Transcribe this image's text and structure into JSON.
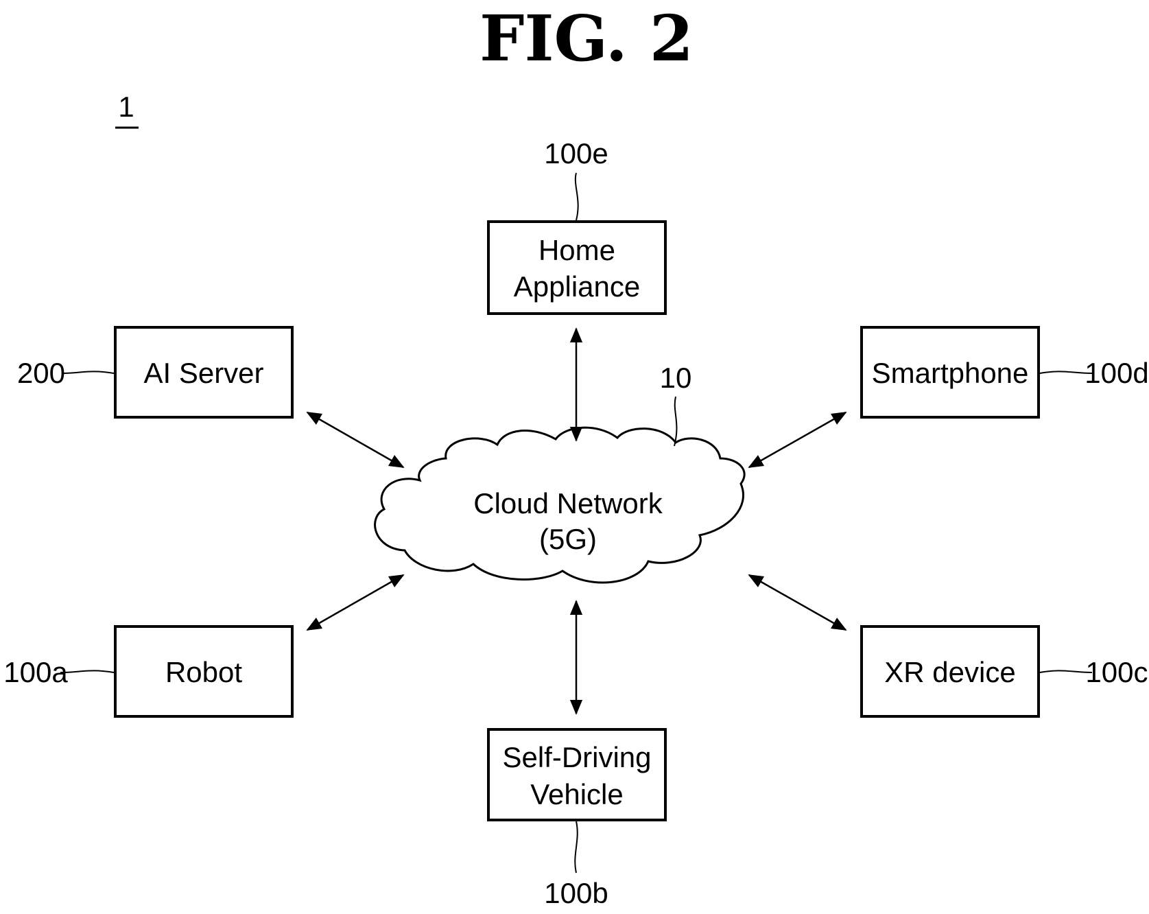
{
  "figure": {
    "title": "FIG. 2",
    "system_ref": "1"
  },
  "network": {
    "label_line1": "Cloud Network",
    "label_line2": "(5G)",
    "ref": "10"
  },
  "nodes": {
    "home_appliance": {
      "line1": "Home",
      "line2": "Appliance",
      "ref": "100e"
    },
    "ai_server": {
      "label": "AI Server",
      "ref": "200"
    },
    "smartphone": {
      "label": "Smartphone",
      "ref": "100d"
    },
    "robot": {
      "label": "Robot",
      "ref": "100a"
    },
    "xr_device": {
      "label": "XR device",
      "ref": "100c"
    },
    "self_driving_vehicle": {
      "line1": "Self-Driving",
      "line2": "Vehicle",
      "ref": "100b"
    }
  },
  "colors": {
    "stroke": "#000000",
    "background": "#ffffff"
  }
}
